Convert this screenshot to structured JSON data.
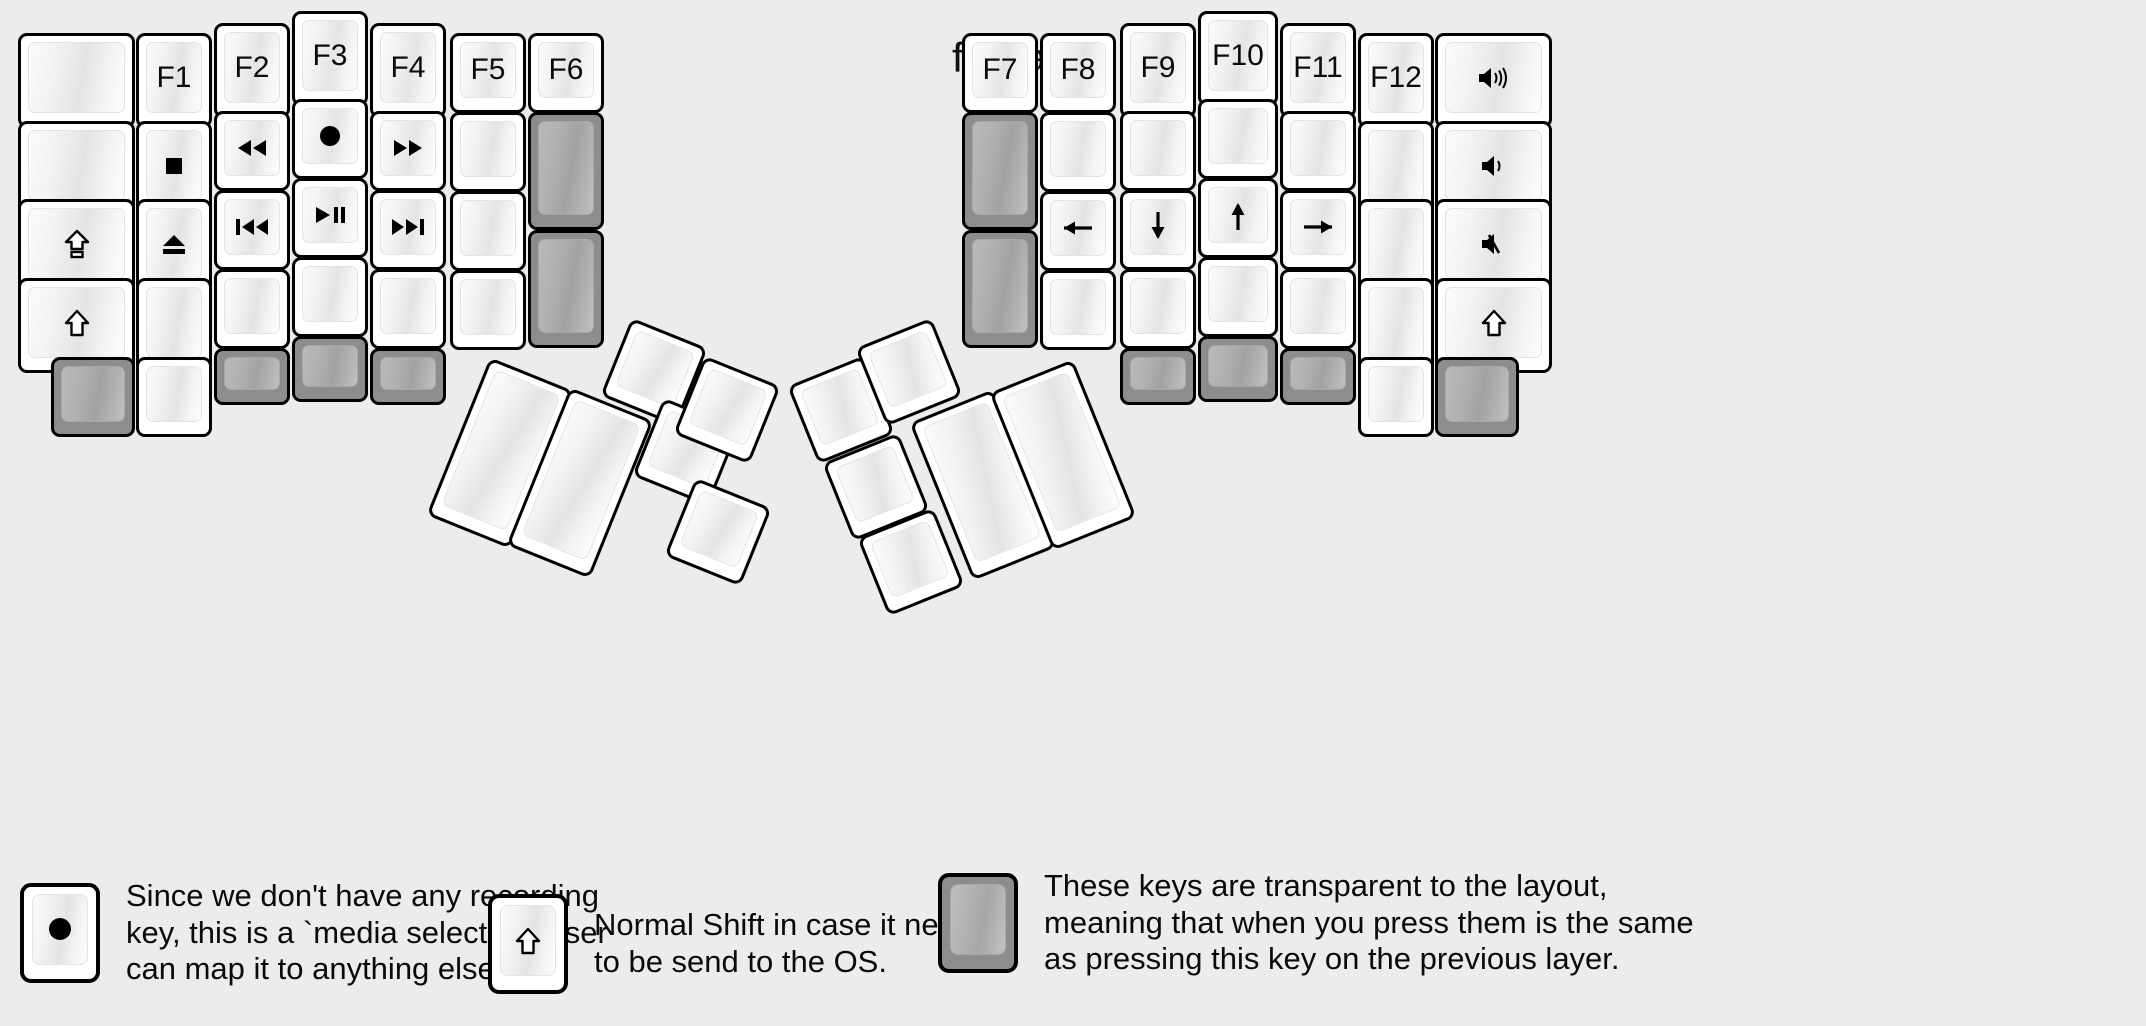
{
  "title": "fn Layer",
  "colors": {
    "background": "#ececec",
    "key_face": "#ffffff",
    "key_outline": "#000000",
    "transparent_key": "#8d8d8d"
  },
  "keyboard": {
    "type": "split ergonomic column-staggered keyboard",
    "left_half": {
      "columns": [
        {
          "name": "col-outer",
          "width_u": 1.5,
          "keys": [
            {
              "label": "",
              "icon": "",
              "state": "blank"
            },
            {
              "label": "",
              "icon": "",
              "state": "blank"
            },
            {
              "label": "",
              "icon": "caps-lock-icon",
              "state": "glyph"
            },
            {
              "label": "",
              "icon": "shift-icon",
              "state": "glyph"
            },
            {
              "label": "",
              "icon": "",
              "state": "transparent"
            }
          ]
        },
        {
          "name": "col-pinky",
          "width_u": 1,
          "keys": [
            {
              "label": "F1",
              "icon": "",
              "state": "text"
            },
            {
              "label": "",
              "icon": "media-stop-icon",
              "state": "glyph"
            },
            {
              "label": "",
              "icon": "media-eject-icon",
              "state": "glyph"
            },
            {
              "label": "",
              "icon": "",
              "state": "blank"
            },
            {
              "label": "",
              "icon": "",
              "state": "blank"
            }
          ]
        },
        {
          "name": "col-ring",
          "width_u": 1,
          "keys": [
            {
              "label": "F2",
              "icon": "",
              "state": "text"
            },
            {
              "label": "",
              "icon": "media-rewind-icon",
              "state": "glyph"
            },
            {
              "label": "",
              "icon": "media-prev-track-icon",
              "state": "glyph"
            },
            {
              "label": "",
              "icon": "",
              "state": "blank"
            },
            {
              "label": "",
              "icon": "",
              "state": "transparent"
            }
          ]
        },
        {
          "name": "col-middle",
          "width_u": 1,
          "keys": [
            {
              "label": "F3",
              "icon": "",
              "state": "text"
            },
            {
              "label": "",
              "icon": "media-record-icon",
              "state": "glyph"
            },
            {
              "label": "",
              "icon": "media-play-pause-icon",
              "state": "glyph"
            },
            {
              "label": "",
              "icon": "",
              "state": "blank"
            },
            {
              "label": "",
              "icon": "",
              "state": "transparent"
            }
          ]
        },
        {
          "name": "col-index",
          "width_u": 1,
          "keys": [
            {
              "label": "F4",
              "icon": "",
              "state": "text"
            },
            {
              "label": "",
              "icon": "media-fast-forward-icon",
              "state": "glyph"
            },
            {
              "label": "",
              "icon": "media-next-track-icon",
              "state": "glyph"
            },
            {
              "label": "",
              "icon": "",
              "state": "blank"
            },
            {
              "label": "",
              "icon": "",
              "state": "transparent"
            }
          ]
        },
        {
          "name": "col-inner-1",
          "width_u": 1,
          "keys": [
            {
              "label": "F5",
              "icon": "",
              "state": "text"
            },
            {
              "label": "",
              "icon": "",
              "state": "blank"
            },
            {
              "label": "",
              "icon": "",
              "state": "blank"
            },
            {
              "label": "",
              "icon": "",
              "state": "blank"
            }
          ]
        },
        {
          "name": "col-inner-2",
          "width_u": 1,
          "keys": [
            {
              "label": "F6",
              "icon": "",
              "state": "text"
            },
            {
              "label": "",
              "icon": "",
              "state": "transparent",
              "height_u": 2
            },
            {
              "label": "",
              "icon": "",
              "state": "transparent",
              "height_u": 2
            }
          ]
        }
      ],
      "thumb_cluster": {
        "rotated": true,
        "keys": [
          {
            "label": "",
            "size": "2u",
            "state": "blank"
          },
          {
            "label": "",
            "size": "2u",
            "state": "blank"
          },
          {
            "label": "",
            "size": "1u",
            "state": "blank"
          },
          {
            "label": "",
            "size": "1u",
            "state": "blank"
          },
          {
            "label": "",
            "size": "1u",
            "state": "blank"
          }
        ]
      }
    },
    "right_half": {
      "columns": [
        {
          "name": "col-inner-2",
          "width_u": 1,
          "keys": [
            {
              "label": "F7",
              "icon": "",
              "state": "text"
            },
            {
              "label": "",
              "icon": "",
              "state": "transparent",
              "height_u": 2
            },
            {
              "label": "",
              "icon": "",
              "state": "transparent",
              "height_u": 2
            }
          ]
        },
        {
          "name": "col-inner-1",
          "width_u": 1,
          "keys": [
            {
              "label": "F8",
              "icon": "",
              "state": "text"
            },
            {
              "label": "",
              "icon": "",
              "state": "blank"
            },
            {
              "label": "",
              "icon": "arrow-left-icon",
              "state": "glyph"
            },
            {
              "label": "",
              "icon": "",
              "state": "blank"
            }
          ]
        },
        {
          "name": "col-index",
          "width_u": 1,
          "keys": [
            {
              "label": "F9",
              "icon": "",
              "state": "text"
            },
            {
              "label": "",
              "icon": "",
              "state": "blank"
            },
            {
              "label": "",
              "icon": "arrow-down-icon",
              "state": "glyph"
            },
            {
              "label": "",
              "icon": "",
              "state": "blank"
            },
            {
              "label": "",
              "icon": "",
              "state": "transparent"
            }
          ]
        },
        {
          "name": "col-middle",
          "width_u": 1,
          "keys": [
            {
              "label": "F10",
              "icon": "",
              "state": "text"
            },
            {
              "label": "",
              "icon": "",
              "state": "blank"
            },
            {
              "label": "",
              "icon": "arrow-up-icon",
              "state": "glyph"
            },
            {
              "label": "",
              "icon": "",
              "state": "blank"
            },
            {
              "label": "",
              "icon": "",
              "state": "transparent"
            }
          ]
        },
        {
          "name": "col-ring",
          "width_u": 1,
          "keys": [
            {
              "label": "F11",
              "icon": "",
              "state": "text"
            },
            {
              "label": "",
              "icon": "",
              "state": "blank"
            },
            {
              "label": "",
              "icon": "arrow-right-icon",
              "state": "glyph"
            },
            {
              "label": "",
              "icon": "",
              "state": "blank"
            },
            {
              "label": "",
              "icon": "",
              "state": "transparent"
            }
          ]
        },
        {
          "name": "col-pinky",
          "width_u": 1,
          "keys": [
            {
              "label": "F12",
              "icon": "",
              "state": "text"
            },
            {
              "label": "",
              "icon": "",
              "state": "blank"
            },
            {
              "label": "",
              "icon": "",
              "state": "blank"
            },
            {
              "label": "",
              "icon": "",
              "state": "blank"
            },
            {
              "label": "",
              "icon": "",
              "state": "blank"
            }
          ]
        },
        {
          "name": "col-outer",
          "width_u": 1.5,
          "keys": [
            {
              "label": "",
              "icon": "volume-up-icon",
              "state": "glyph"
            },
            {
              "label": "",
              "icon": "volume-down-icon",
              "state": "glyph"
            },
            {
              "label": "",
              "icon": "volume-mute-icon",
              "state": "glyph"
            },
            {
              "label": "",
              "icon": "shift-icon",
              "state": "glyph"
            },
            {
              "label": "",
              "icon": "",
              "state": "transparent"
            }
          ]
        }
      ],
      "thumb_cluster": {
        "rotated": true,
        "keys": [
          {
            "label": "",
            "size": "1u",
            "state": "blank"
          },
          {
            "label": "",
            "size": "1u",
            "state": "blank"
          },
          {
            "label": "",
            "size": "1u",
            "state": "blank"
          },
          {
            "label": "",
            "size": "2u",
            "state": "blank"
          },
          {
            "label": "",
            "size": "2u",
            "state": "blank"
          }
        ]
      }
    }
  },
  "legend": [
    {
      "id": "record-key-note",
      "key_icon": "media-record-icon",
      "key_state": "normal",
      "text": "Since we don't have any recording\nkey, this is a `media select` so user\ncan map it to anything else."
    },
    {
      "id": "shift-key-note",
      "key_icon": "shift-icon",
      "key_state": "normal",
      "text": "Normal Shift in case it needs\nto be send to the OS."
    },
    {
      "id": "transparent-key-note",
      "key_icon": "",
      "key_state": "transparent",
      "text": "These keys are transparent to the layout,\nmeaning that when you press them is the same\nas pressing this key on the previous layer."
    }
  ]
}
